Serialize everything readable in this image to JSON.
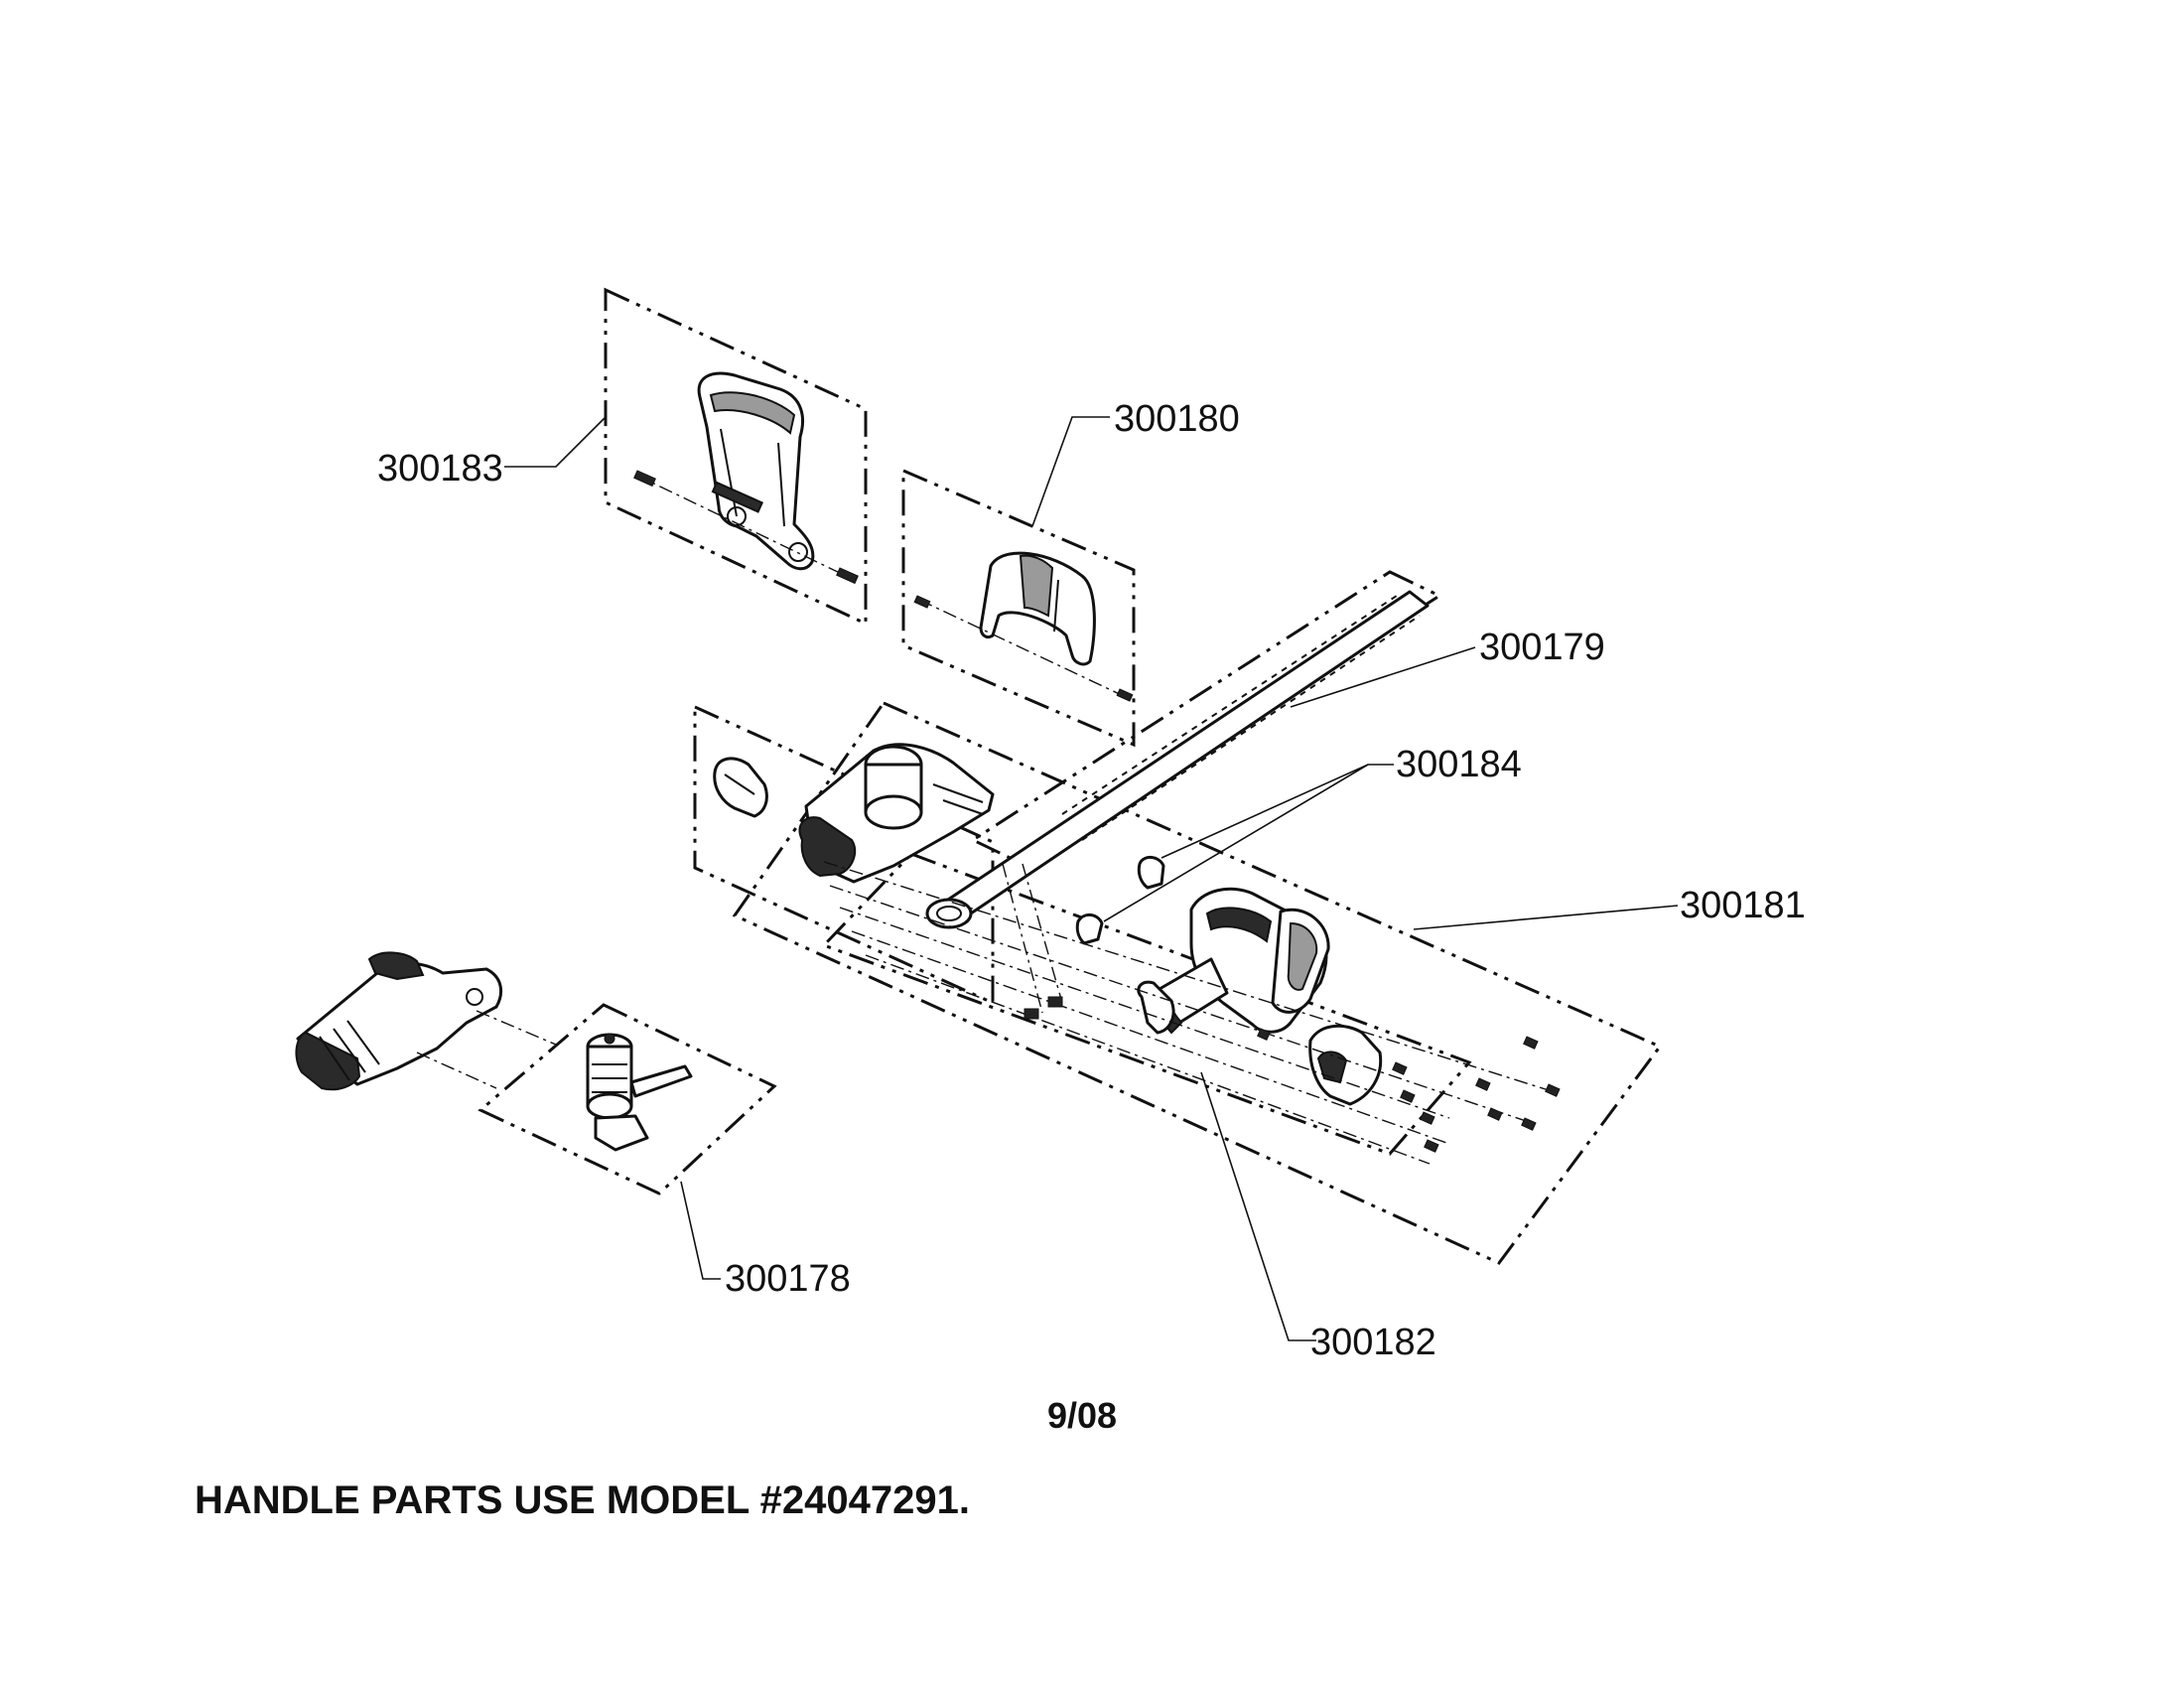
{
  "part_numbers": {
    "p300183": "300183",
    "p300180": "300180",
    "p300179": "300179",
    "p300184": "300184",
    "p300181": "300181",
    "p300178": "300178",
    "p300182": "300182"
  },
  "date_code": "9/08",
  "note": "HANDLE PARTS USE MODEL #24047291."
}
